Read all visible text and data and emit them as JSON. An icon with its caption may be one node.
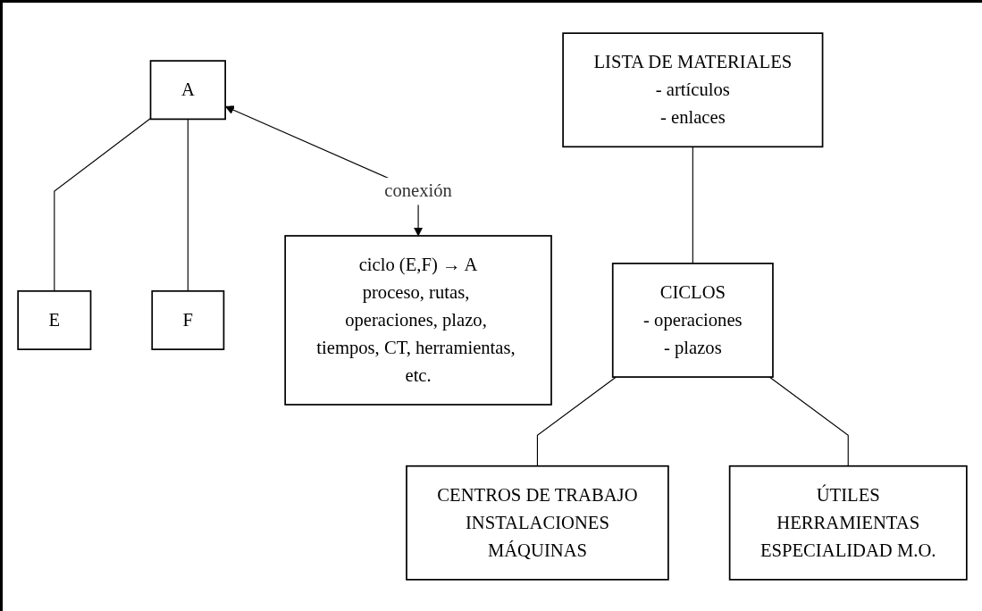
{
  "diagram": {
    "nodes": [
      {
        "text": [
          "A"
        ]
      },
      {
        "text": [
          "E"
        ]
      },
      {
        "text": [
          "F"
        ]
      },
      {
        "text": [
          "ciclo (E,F) → A",
          "proceso, rutas, operaciones, plazo, tiempos, CT, herramientas, etc."
        ]
      },
      {
        "text": [
          "LISTA DE MATERIALES",
          "- artículos",
          "- enlaces"
        ]
      },
      {
        "text": [
          "CICLOS",
          "- operaciones",
          "- plazos"
        ]
      },
      {
        "text": [
          "CENTROS DE TRABAJO",
          "INSTALACIONES",
          "MÁQUINAS"
        ]
      },
      {
        "text": [
          "ÚTILES",
          "HERRAMIENTAS",
          "ESPECIALIDAD M.O."
        ]
      }
    ],
    "edges": [
      {
        "from": 0,
        "to": 1,
        "arrow": "none"
      },
      {
        "from": 0,
        "to": 2,
        "arrow": "none"
      },
      {
        "from": 0,
        "to": 3,
        "arrow": "both",
        "label": "conexión"
      },
      {
        "from": 4,
        "to": 5,
        "arrow": "none"
      },
      {
        "from": 5,
        "to": 6,
        "arrow": "none"
      },
      {
        "from": 5,
        "to": 7,
        "arrow": "none"
      }
    ]
  }
}
